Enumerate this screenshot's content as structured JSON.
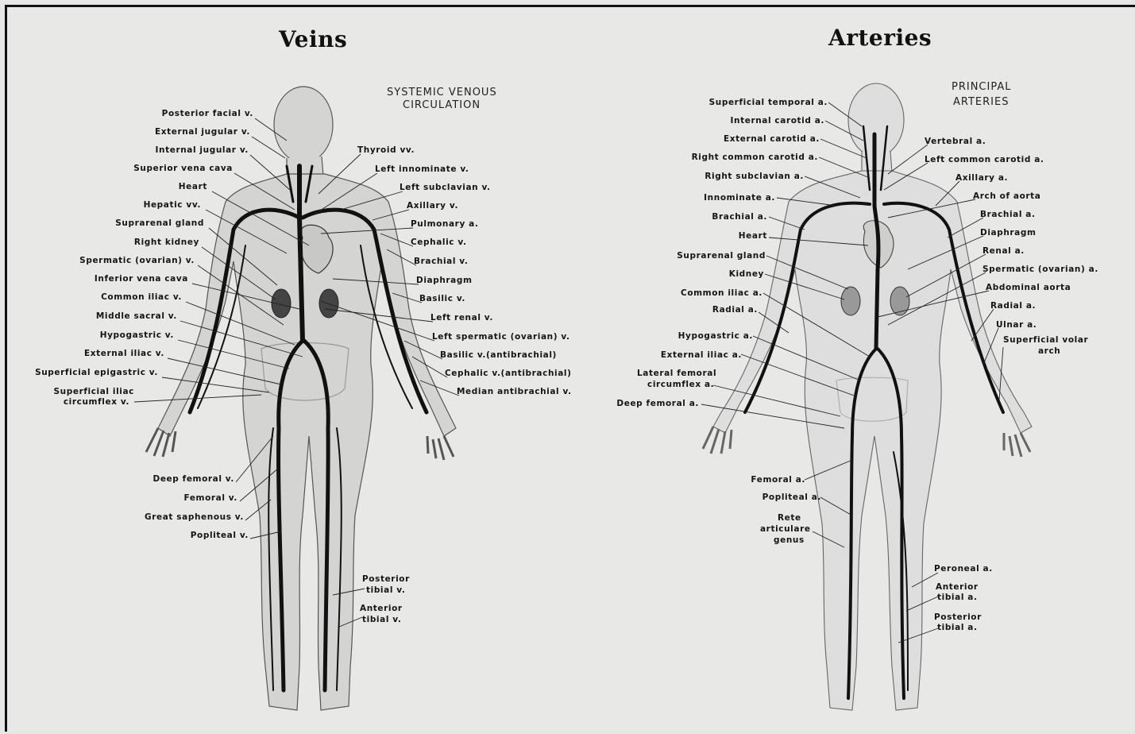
{
  "veins": {
    "title": "Veins",
    "subtitle_line1": "SYSTEMIC VENOUS",
    "subtitle_line2": "CIRCULATION",
    "left_labels": [
      "Posterior facial v.",
      "External jugular v.",
      "Internal jugular v.",
      "Superior vena cava",
      "Heart",
      "Hepatic vv.",
      "Suprarenal gland",
      "Right kidney",
      "Spermatic (ovarian) v.",
      "Inferior vena cava",
      "Common iliac v.",
      "Middle sacral v.",
      "Hypogastric v.",
      "External iliac v.",
      "Superficial epigastric v.",
      "Superficial iliac",
      "circumflex v.",
      "Deep femoral v.",
      "Femoral v.",
      "Great saphenous v.",
      "Popliteal v."
    ],
    "right_labels": [
      "Thyroid vv.",
      "Left innominate v.",
      "Left subclavian v.",
      "Axillary v.",
      "Pulmonary a.",
      "Cephalic v.",
      "Brachial v.",
      "Diaphragm",
      "Basilic v.",
      "Left renal v.",
      "Left spermatic (ovarian) v.",
      "Basilic v.(antibrachial)",
      "Cephalic v.(antibrachial)",
      "Median antibrachial v.",
      "Posterior",
      "tibial v.",
      "Anterior",
      "tibial v."
    ]
  },
  "arteries": {
    "title": "Arteries",
    "subtitle_line1": "PRINCIPAL",
    "subtitle_line2": "ARTERIES",
    "left_labels": [
      "Superficial temporal a.",
      "Internal carotid a.",
      "External carotid a.",
      "Right common carotid a.",
      "Right subclavian a.",
      "Innominate a.",
      "Brachial a.",
      "Heart",
      "Suprarenal gland",
      "Kidney",
      "Common iliac a.",
      "Radial a.",
      "Hypogastric a.",
      "External iliac a.",
      "Lateral femoral",
      "circumflex a.",
      "Deep femoral a.",
      "Femoral a.",
      "Popliteal a.",
      "Rete",
      "articulare",
      "genus"
    ],
    "right_labels": [
      "Vertebral a.",
      "Left common carotid a.",
      "Axillary a.",
      "Arch of aorta",
      "Brachial a.",
      "Diaphragm",
      "Renal a.",
      "Spermatic (ovarian) a.",
      "Abdominal aorta",
      "Radial a.",
      "Ulnar a.",
      "Superficial volar",
      "arch",
      "Peroneal a.",
      "Anterior",
      "tibial a.",
      "Posterior",
      "tibial a."
    ]
  },
  "colors": {
    "background": "#e8e8e6",
    "vessel": "#111111",
    "body_fill": "#d4d4d2",
    "body_outline": "#555555"
  }
}
